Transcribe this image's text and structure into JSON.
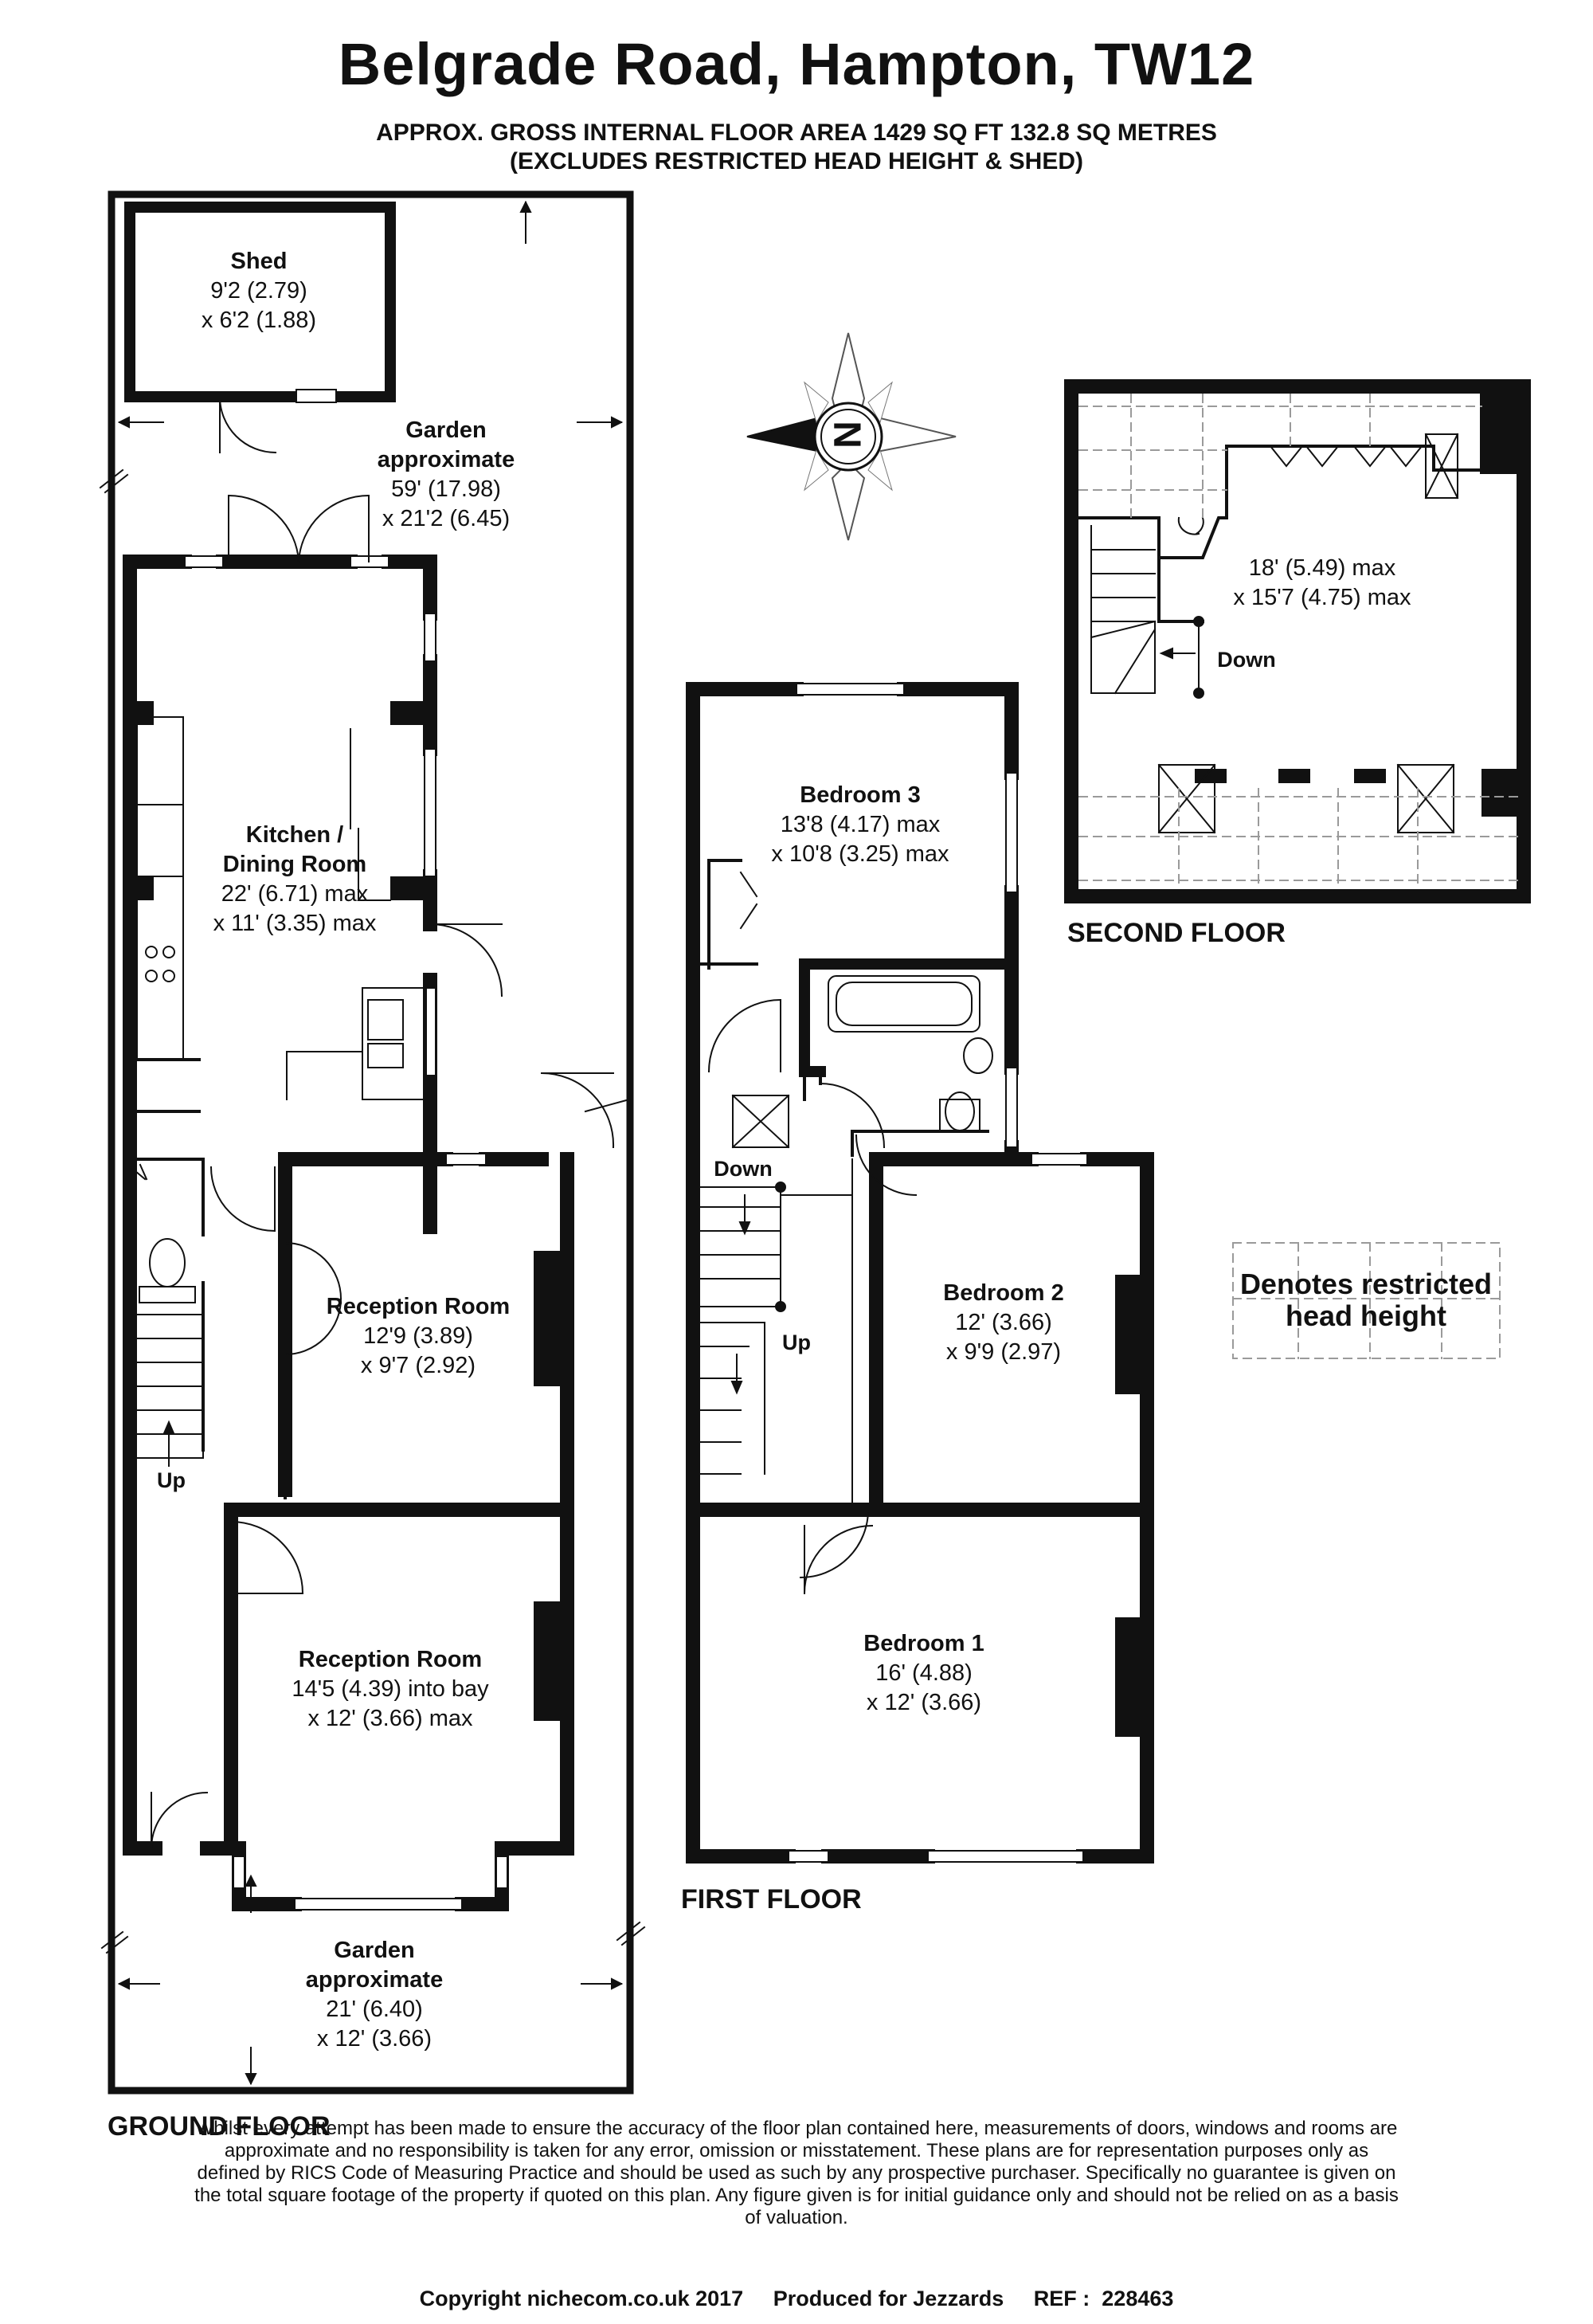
{
  "header": {
    "title": "Belgrade Road, Hampton, TW12",
    "area_line": "APPROX. GROSS INTERNAL FLOOR AREA 1429 SQ FT 132.8 SQ METRES",
    "excludes_line": "(EXCLUDES RESTRICTED HEAD HEIGHT & SHED)"
  },
  "compass": {
    "letter": "N",
    "icon": "compass-rose-icon"
  },
  "ground_floor": {
    "label": "GROUND FLOOR",
    "shed": {
      "name": "Shed",
      "dim1": "9'2 (2.79)",
      "dim2": "x 6'2 (1.88)"
    },
    "rear_garden": {
      "name1": "Garden",
      "name2": "approximate",
      "dim1": "59' (17.98)",
      "dim2": "x 21'2 (6.45)"
    },
    "kitchen": {
      "name1": "Kitchen /",
      "name2": "Dining Room",
      "dim1": "22' (6.71) max",
      "dim2": "x 11' (3.35) max"
    },
    "reception_rear": {
      "name": "Reception Room",
      "dim1": "12'9 (3.89)",
      "dim2": "x 9'7 (2.92)"
    },
    "reception_front": {
      "name": "Reception Room",
      "dim1": "14'5 (4.39) into bay",
      "dim2": "x 12' (3.66) max"
    },
    "front_garden": {
      "name1": "Garden",
      "name2": "approximate",
      "dim1": "21' (6.40)",
      "dim2": "x 12' (3.66)"
    },
    "stairs_label": "Up"
  },
  "first_floor": {
    "label": "FIRST FLOOR",
    "bedroom3": {
      "name": "Bedroom 3",
      "dim1": "13'8 (4.17) max",
      "dim2": "x 10'8 (3.25) max"
    },
    "bedroom2": {
      "name": "Bedroom 2",
      "dim1": "12' (3.66)",
      "dim2": "x 9'9 (2.97)"
    },
    "bedroom1": {
      "name": "Bedroom 1",
      "dim1": "16' (4.88)",
      "dim2": "x 12' (3.66)"
    },
    "stairs_down": "Down",
    "stairs_up": "Up"
  },
  "second_floor": {
    "label": "SECOND FLOOR",
    "room": {
      "dim1": "18' (5.49) max",
      "dim2": "x 15'7 (4.75) max"
    },
    "stairs_down": "Down"
  },
  "legend": {
    "line1": "Denotes restricted",
    "line2": "head height"
  },
  "disclaimer": "Whilst every attempt has been made to ensure the accuracy of the floor plan contained here, measurements of doors, windows and rooms are approximate and no responsibility is taken for any error, omission or misstatement. These plans are for representation purposes only as defined by RICS Code of Measuring Practice and should be used as such by any prospective purchaser. Specifically no guarantee is given on the total square footage of the property if quoted on this plan. Any figure given is for initial guidance only and should not be relied on as a basis of valuation.",
  "footer": "Copyright nichecom.co.uk 2017     Produced for Jezzards     REF :  228463",
  "colors": {
    "wall": "#111111",
    "restricted_dash": "#9a9a9a",
    "line": "#222222"
  }
}
